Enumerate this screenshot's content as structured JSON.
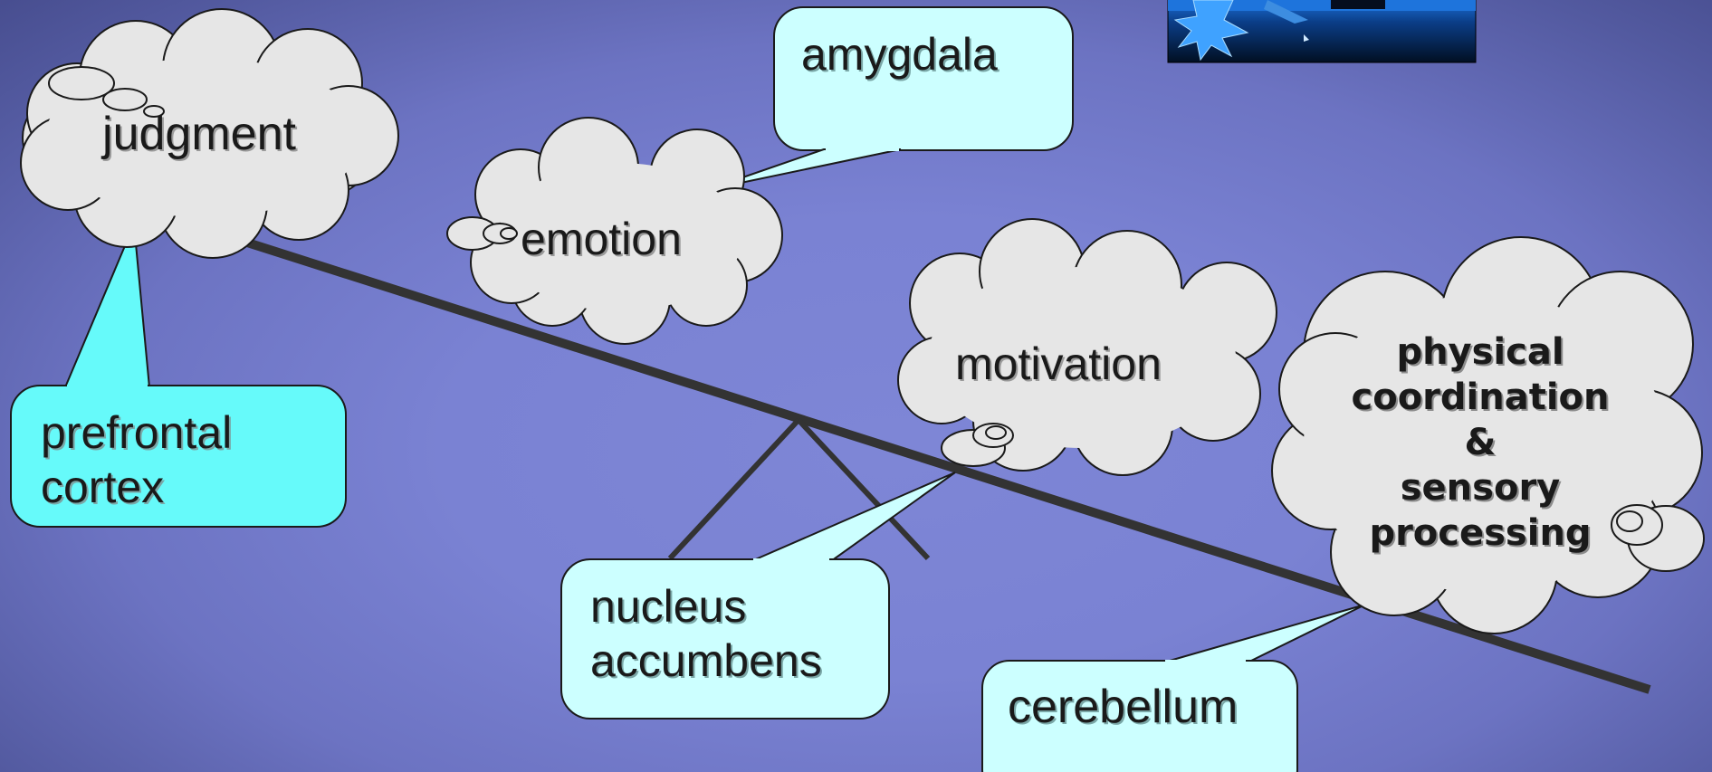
{
  "clouds": {
    "judgment": "judgment",
    "emotion": "emotion",
    "motivation": "motivation",
    "coordination": [
      "physical",
      "coordination",
      "&",
      "sensory",
      "processing"
    ]
  },
  "callouts": {
    "prefrontal": [
      "prefrontal",
      "cortex"
    ],
    "amygdala": "amygdala",
    "nucleus": [
      "nucleus",
      "accumbens"
    ],
    "cerebellum": "cerebellum"
  },
  "colors": {
    "cloud_fill": "#e6e6e6",
    "callout_cyan": "#66fafa",
    "callout_light": "#ccffff",
    "beam": "#333333",
    "corner_image_dark": "#011428",
    "corner_image_blue": "#1a6bd6"
  }
}
